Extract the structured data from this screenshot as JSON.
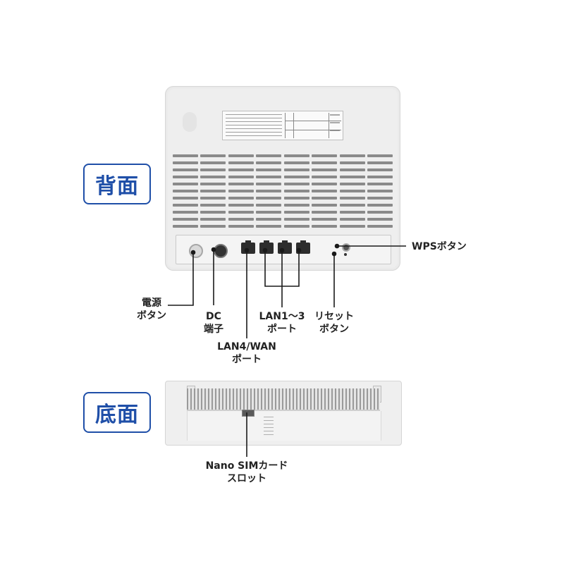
{
  "sections": {
    "back_title": "背面",
    "bottom_title": "底面"
  },
  "callouts": {
    "power_button": [
      "電源",
      "ボタン"
    ],
    "dc_port": [
      "DC",
      "端子"
    ],
    "lan4_wan": [
      "LAN4/WAN",
      "ポート"
    ],
    "lan1_3": [
      "LAN1〜3",
      "ポート"
    ],
    "reset_button": [
      "リセット",
      "ボタン"
    ],
    "wps_button": "WPSボタン",
    "sim_slot": [
      "Nano SIMカード",
      "スロット"
    ]
  },
  "colors": {
    "accent": "#1f4fa8",
    "leader": "#1a1a1a",
    "device": "#eeeeee"
  }
}
